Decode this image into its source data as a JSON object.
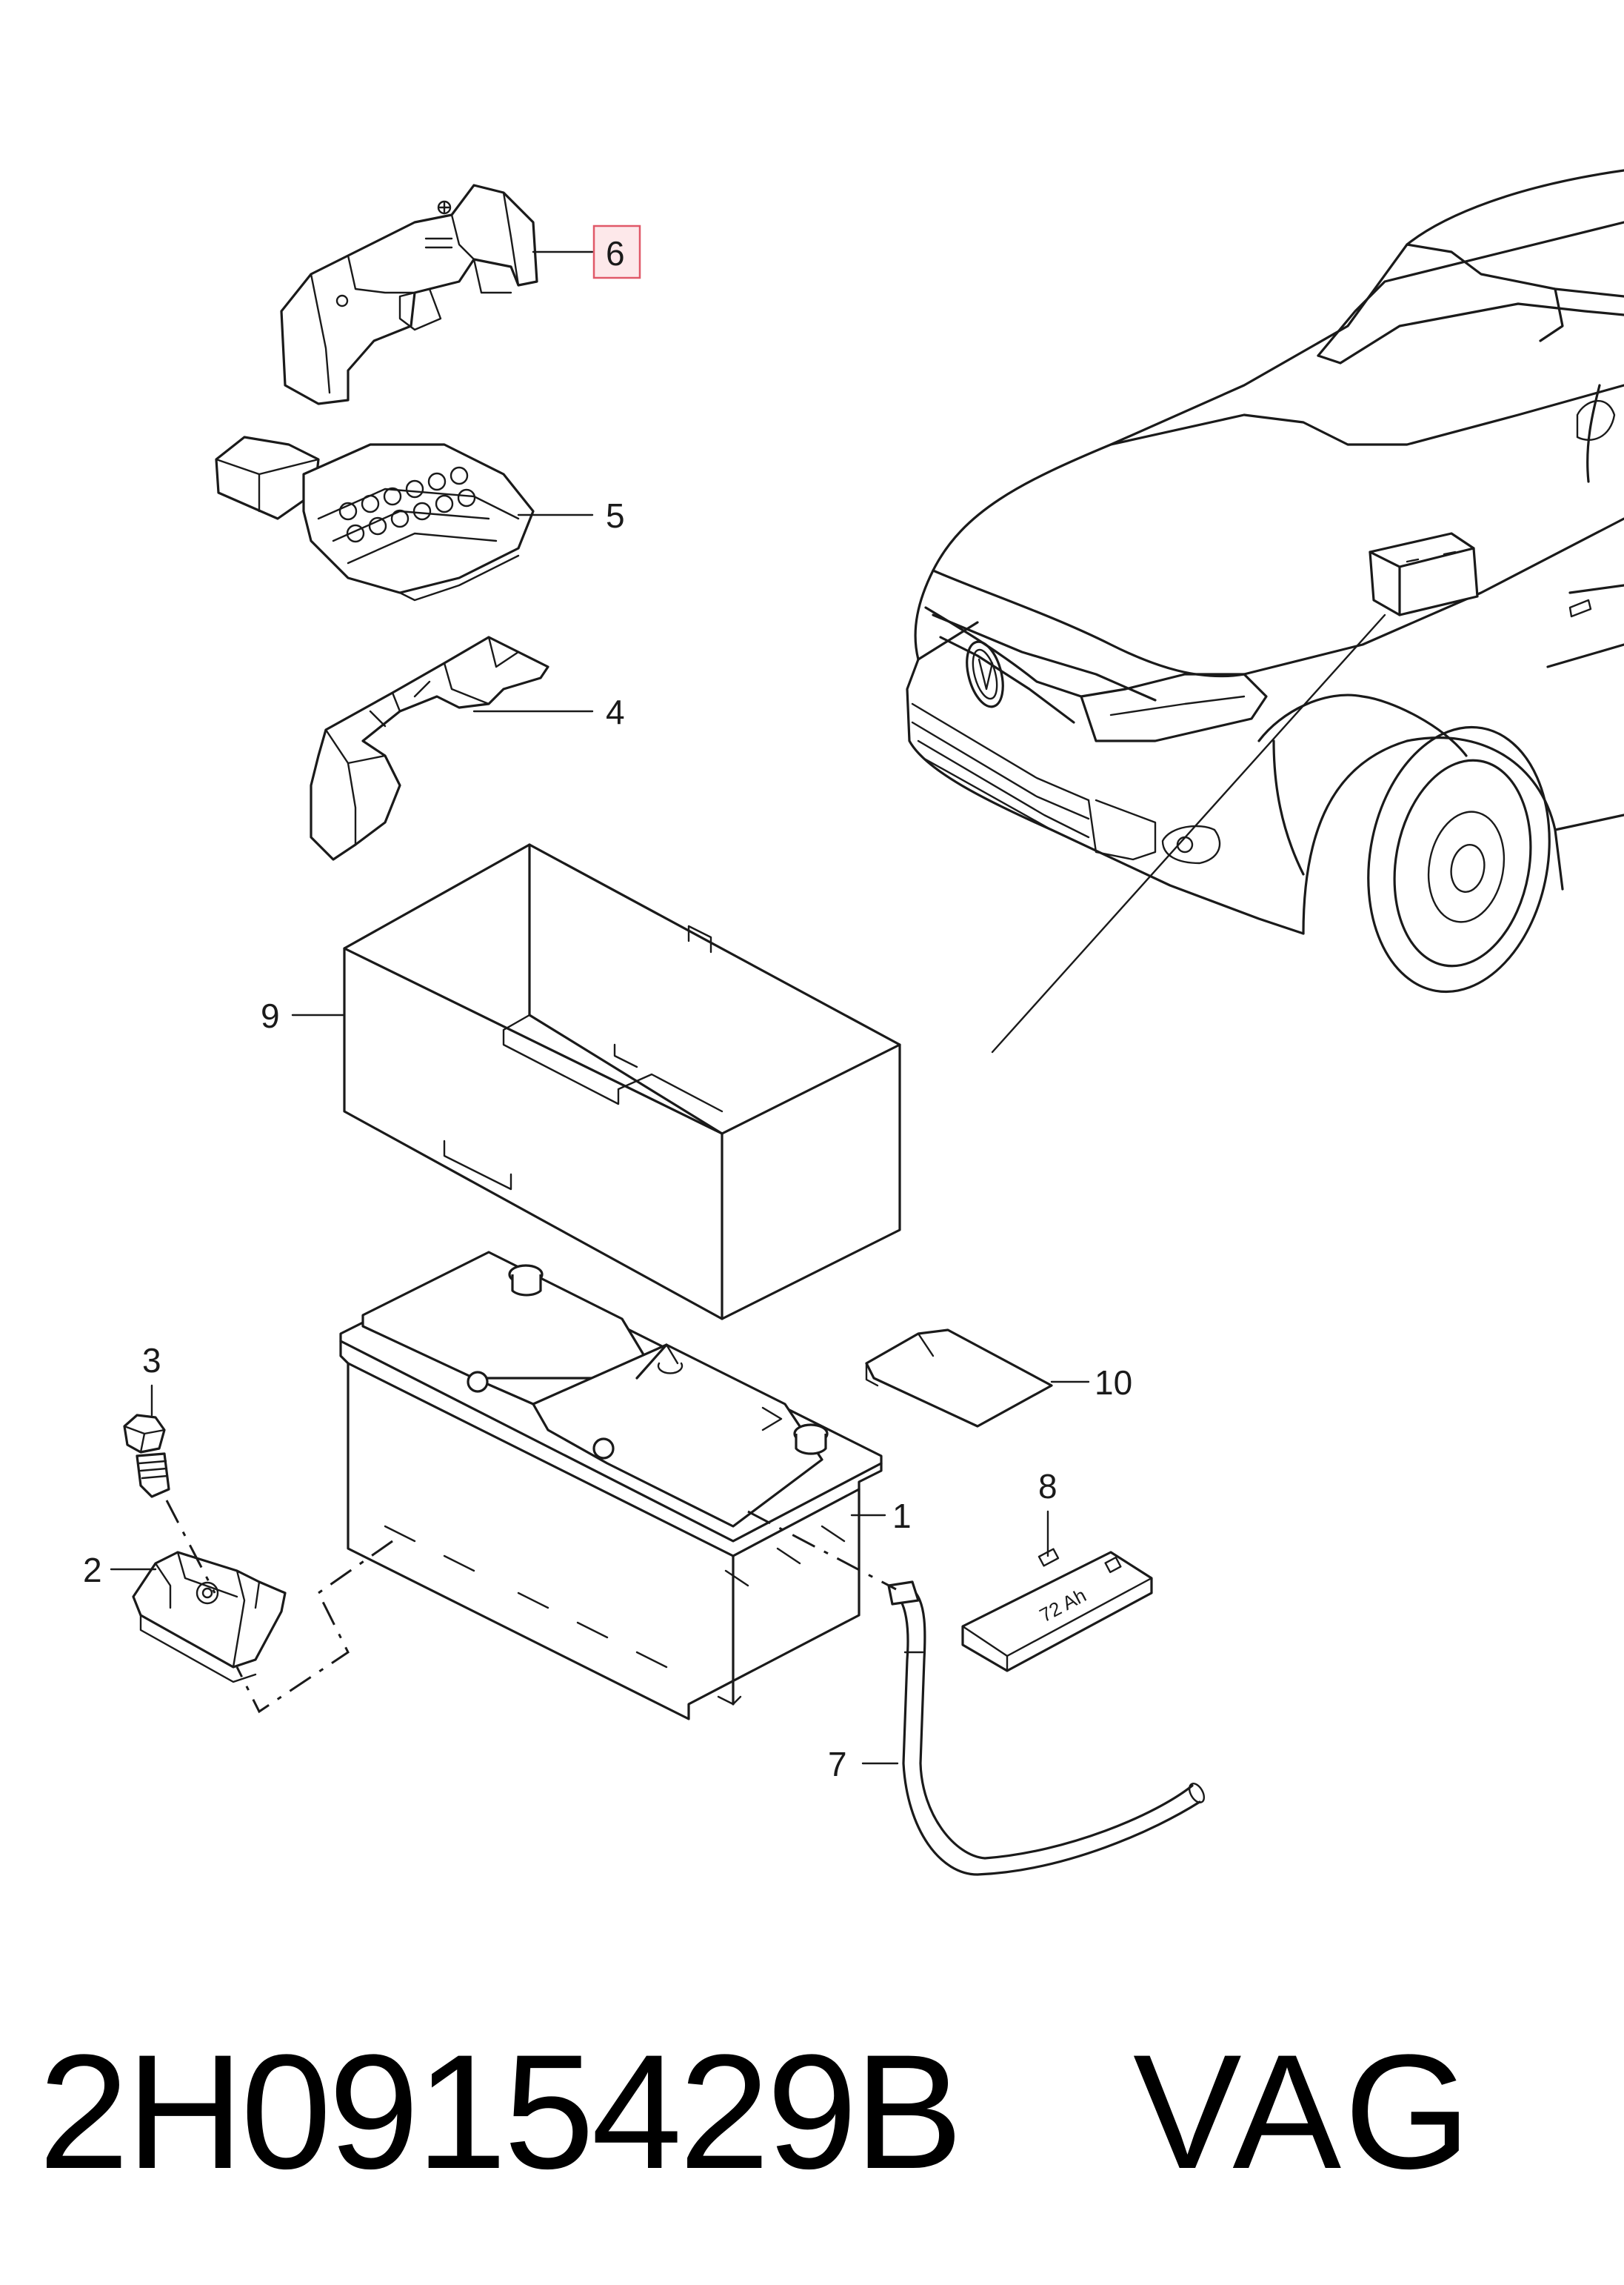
{
  "callouts": [
    {
      "id": "1",
      "label": "1"
    },
    {
      "id": "2",
      "label": "2"
    },
    {
      "id": "3",
      "label": "3"
    },
    {
      "id": "4",
      "label": "4"
    },
    {
      "id": "5",
      "label": "5"
    },
    {
      "id": "6",
      "label": "6",
      "highlighted": true
    },
    {
      "id": "7",
      "label": "7"
    },
    {
      "id": "8",
      "label": "8"
    },
    {
      "id": "9",
      "label": "9"
    },
    {
      "id": "10",
      "label": "10"
    }
  ],
  "battery_label": "72 Ah",
  "footer": {
    "part_number": "2H0915429B",
    "brand": "VAG"
  },
  "colors": {
    "line": "#1a1a1a",
    "highlight_fill": "#fde8ea",
    "highlight_border": "#e05868"
  }
}
